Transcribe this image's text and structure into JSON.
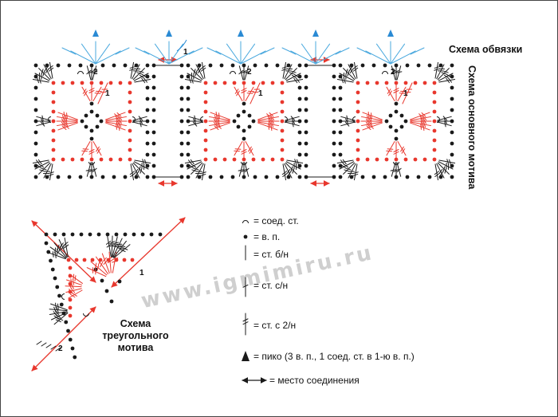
{
  "titles": {
    "border": "Схема обвязки",
    "main_motif": "Схема основного мотива",
    "triangle_line1": "Схема",
    "triangle_line2": "треугольного",
    "triangle_line3": "мотива"
  },
  "numbers": {
    "one": "1",
    "two": "2"
  },
  "watermark": "www.igmimiru.ru",
  "legend": [
    {
      "symbol": "slip-stitch",
      "text": "= соед. ст."
    },
    {
      "symbol": "chain",
      "text": "= в. п."
    },
    {
      "symbol": "single-crochet",
      "text": "= ст. б/н"
    },
    {
      "symbol": "double-crochet",
      "text": "= ст. с/н"
    },
    {
      "symbol": "treble-crochet",
      "text": "= ст. с 2/н"
    },
    {
      "symbol": "picot",
      "text": "= пико (3 в. п., 1 соед. ст. в 1-ю в. п.)"
    },
    {
      "symbol": "join-arrow",
      "text": "= место соединения"
    }
  ],
  "colors": {
    "red": "#e8372d",
    "black": "#1a1a1a",
    "blue": "#2a8ad4",
    "lightblue": "#49a8de"
  }
}
